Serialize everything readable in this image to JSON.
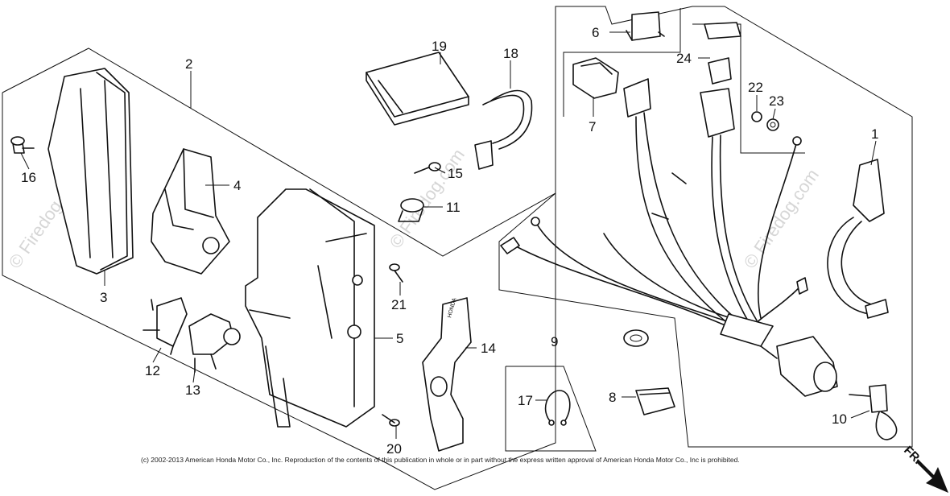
{
  "watermark": "© Firedog.com",
  "copyright": "(c) 2002-2013 American Honda Motor Co., Inc. Reproduction of the contents of this publication in whole or in part without the express written approval of American Honda Motor Co., Inc is prohibited.",
  "front_marker": "FR.",
  "plate_text": "HONDA",
  "callouts": [
    "1",
    "2",
    "3",
    "4",
    "5",
    "6",
    "7",
    "8",
    "9",
    "10",
    "11",
    "12",
    "13",
    "14",
    "15",
    "16",
    "17",
    "18",
    "19",
    "20",
    "21",
    "22",
    "23",
    "24"
  ]
}
